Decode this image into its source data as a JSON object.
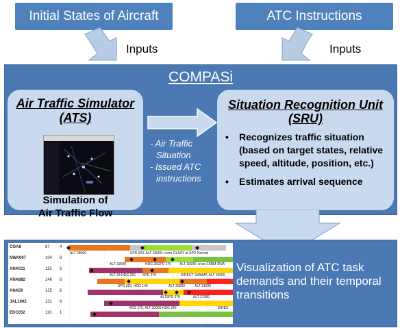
{
  "top_boxes": {
    "initial_states": "Initial States of Aircraft",
    "atc_instructions": "ATC Instructions"
  },
  "inputs_labels": [
    "Inputs",
    "Inputs"
  ],
  "main": {
    "title": "COMPASi",
    "ats": {
      "title_line1": "Air Traffic Simulator",
      "title_line2": "(ATS)",
      "caption_line1": "Simulation of",
      "caption_line2": "Air Traffic Flow"
    },
    "flow_labels": [
      "- Air Traffic",
      "Situation",
      "- Issued ATC",
      "instructions"
    ],
    "sru": {
      "title_line1": "Situation Recognition Unit",
      "title_line2": "(SRU)",
      "bullets": [
        "Recognizes traffic situation (based on target states, relative speed, altitude, position, etc.)",
        "Estimates arrival sequence"
      ]
    }
  },
  "visualization": {
    "text": "Visualization of ATC task demands and their temporal transitions"
  },
  "gantt": {
    "rows": [
      {
        "id": "COA8",
        "n1": "87",
        "n2": "4"
      },
      {
        "id": "NWA007",
        "n1": "104",
        "n2": "8"
      },
      {
        "id": "ANA011",
        "n1": "115",
        "n2": "6"
      },
      {
        "id": "ANA882",
        "n1": "146",
        "n2": "8"
      },
      {
        "id": "ANA50",
        "n1": "125",
        "n2": "6"
      },
      {
        "id": "JAL1002",
        "n1": "131",
        "n2": "8"
      },
      {
        "id": "EDC052",
        "n1": "110",
        "n2": "1"
      }
    ],
    "annotations": [
      "ALT 28000",
      "SPD 320, ALT 15000: cross GLAXY at SPD Normal",
      "ALT 29000",
      "HDG 25SPD 270",
      "ALT 15000: cross 15NM SWA",
      "ALT 28 HDG 250",
      "SPD 270",
      "DIRECT SWAMP, ALT 15000",
      "SPD 320, HDG 140",
      "ALT 25000",
      "ALT 21000",
      "ALTSPD 270",
      "ALT 27000",
      "HDG 170, ALT 30000 HDG 240",
      "DIREC"
    ]
  }
}
